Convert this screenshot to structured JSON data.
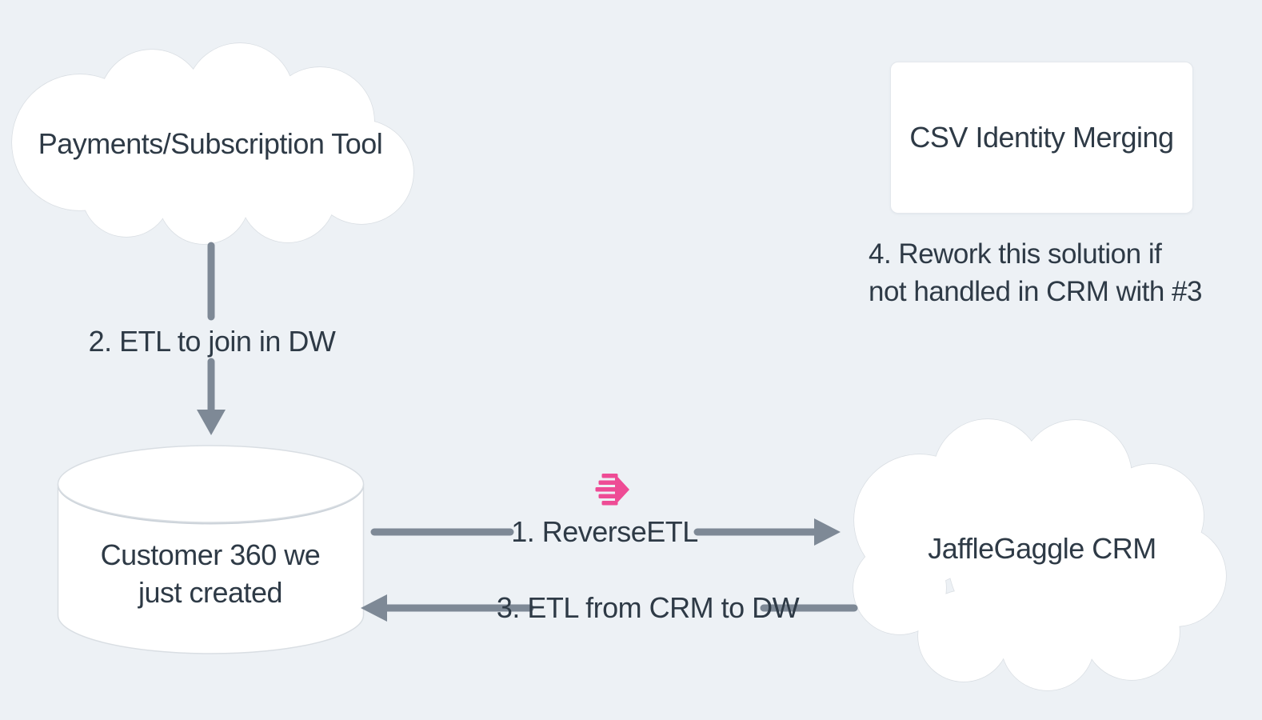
{
  "canvas": {
    "colors": {
      "background": "#edf1f5",
      "node-fill": "#ffffff",
      "node-stroke": "#d9dee3",
      "text": "#2e3a46",
      "arrow": "#7e8996",
      "accent-pink": "#ee4c95"
    }
  },
  "nodes": {
    "payments_cloud": {
      "type": "cloud",
      "label": "Payments/Subscription Tool"
    },
    "csv_box": {
      "type": "rounded-rect",
      "label": "CSV Identity Merging"
    },
    "customer360_db": {
      "type": "cylinder",
      "label_line1": "Customer 360 we",
      "label_line2": "just created"
    },
    "jafflegaggle_cloud": {
      "type": "cloud",
      "label": "JaffleGaggle CRM"
    }
  },
  "edges": {
    "step1": {
      "label": "1. ReverseETL",
      "from": "customer360_db",
      "to": "jafflegaggle_cloud",
      "direction": "right",
      "icon": "hightouch-logo-icon"
    },
    "step2": {
      "label": "2. ETL to join in DW",
      "from": "payments_cloud",
      "to": "customer360_db",
      "direction": "down"
    },
    "step3": {
      "label": "3. ETL from CRM to DW",
      "from": "jafflegaggle_cloud",
      "to": "customer360_db",
      "direction": "left"
    }
  },
  "notes": {
    "step4_line1": "4. Rework this solution if",
    "step4_line2": "not handled in CRM with #3"
  }
}
